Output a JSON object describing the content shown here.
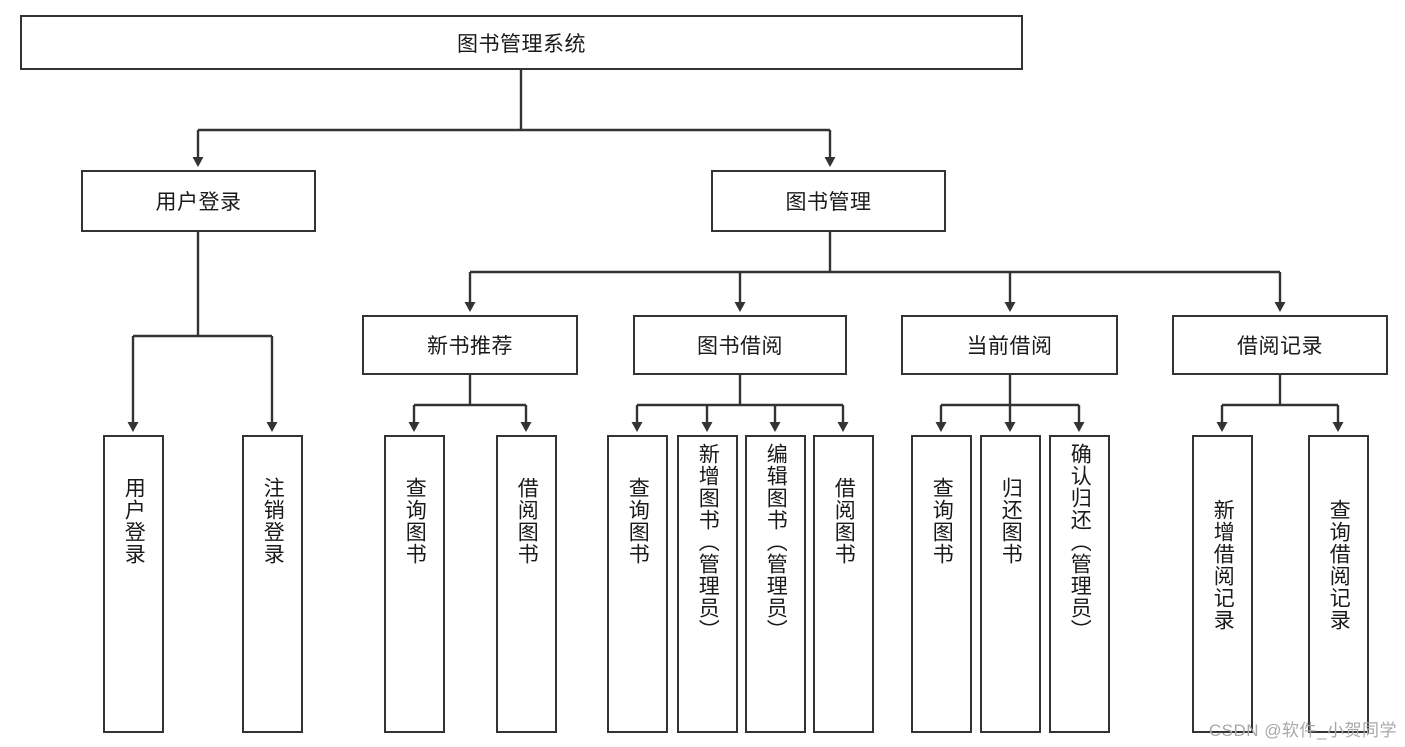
{
  "diagram": {
    "title": "图书管理系统",
    "root": {
      "label": "图书管理系统"
    },
    "level2": [
      {
        "label": "用户登录"
      },
      {
        "label": "图书管理"
      }
    ],
    "level3": [
      {
        "label": "新书推荐"
      },
      {
        "label": "图书借阅"
      },
      {
        "label": "当前借阅"
      },
      {
        "label": "借阅记录"
      }
    ],
    "leaves": {
      "user_login": [
        {
          "label": "用户登录"
        },
        {
          "label": "注销登录"
        }
      ],
      "new_book": [
        {
          "label": "查询图书"
        },
        {
          "label": "借阅图书"
        }
      ],
      "book_borrow": [
        {
          "label": "查询图书"
        },
        {
          "label": "新增图书（管理员）"
        },
        {
          "label": "编辑图书（管理员）"
        },
        {
          "label": "借阅图书"
        }
      ],
      "current_borrow": [
        {
          "label": "查询图书"
        },
        {
          "label": "归还图书"
        },
        {
          "label": "确认归还（管理员）"
        }
      ],
      "borrow_record": [
        {
          "label": "新增借阅记录"
        },
        {
          "label": "查询借阅记录"
        }
      ]
    }
  },
  "watermark": {
    "text": "CSDN @软件_小贺同学"
  },
  "colors": {
    "border": "#333333",
    "background": "#ffffff",
    "text": "#1a1a1a",
    "watermark": "#a8a8a8"
  }
}
